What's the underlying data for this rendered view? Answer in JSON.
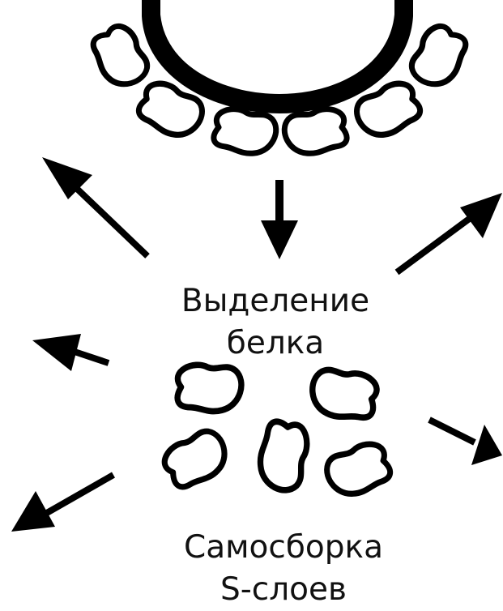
{
  "labels": {
    "secretion_line1": "Выделение",
    "secretion_line2": "белка",
    "selfassembly_line1": "Самосборка",
    "selfassembly_line2": "S-слоев"
  },
  "colors": {
    "ink": "#000000",
    "background": "#ffffff"
  },
  "icons": {
    "cell_wall": "thick-arc",
    "subunit": "bean-shape",
    "arrow": "filled-arrow"
  }
}
